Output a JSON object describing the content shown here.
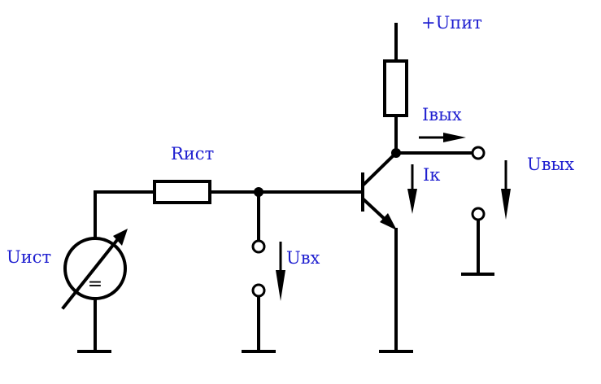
{
  "diagram": {
    "colors": {
      "wire": "#000000",
      "label": "#1f1fd0",
      "background": "#ffffff"
    },
    "labels": {
      "supply": "+Uпит",
      "output_current": "Iвых",
      "output_voltage": "Uвых",
      "collector_current": "Iк",
      "source_resistor": "Rист",
      "input_voltage": "Uвх",
      "source_voltage": "Uист"
    },
    "source_symbol": "="
  }
}
